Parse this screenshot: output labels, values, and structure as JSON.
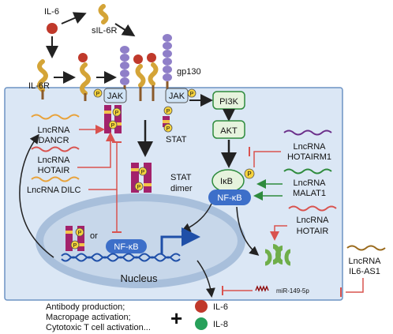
{
  "labels": {
    "il6": "IL-6",
    "sil6r": "sIL-6R",
    "il6r": "IL-6R",
    "gp130": "gp130",
    "jak_left": "JAK",
    "jak_right": "JAK",
    "stat": "STAT",
    "stat_dimer_1": "STAT",
    "stat_dimer_2": "dimer",
    "pi3k": "PI3K",
    "akt": "AKT",
    "ikb": "IκB",
    "nfkb_cyto": "NF-κB",
    "nfkb_nuc": "NF-κB",
    "or": "or",
    "nucleus": "Nucleus",
    "p": "P",
    "mir": "miR-149-5p"
  },
  "lncrnas": {
    "dancr": [
      "LncRNA",
      "DANCR"
    ],
    "hotair_left": [
      "LncRNA",
      "HOTAIR"
    ],
    "dilc": "LncRNA DILC",
    "hotairm1": [
      "LncRNA",
      "HOTAIRM1"
    ],
    "malat1": [
      "LncRNA",
      "MALAT1"
    ],
    "hotair_right": [
      "LncRNA",
      "HOTAIR"
    ],
    "il6as1": [
      "LncRNA",
      "IL6-AS1"
    ]
  },
  "outcome": {
    "lines": [
      "Antibody production;",
      "Macropage activation;",
      "Cytotoxic T cell activation..."
    ],
    "plus": "+",
    "il6": "IL-6",
    "il8": "IL-8"
  },
  "colors": {
    "cell_fill": "#dbe7f5",
    "cell_stroke": "#6d93c4",
    "receptor": "#8f7fc8",
    "ligand": "#c0392b",
    "inhibit": "#d9534f",
    "activate": "#2e8b3d",
    "nfkb": "#3d6fc9",
    "green_box": "#e6f3dd",
    "il8": "#27a05a"
  }
}
